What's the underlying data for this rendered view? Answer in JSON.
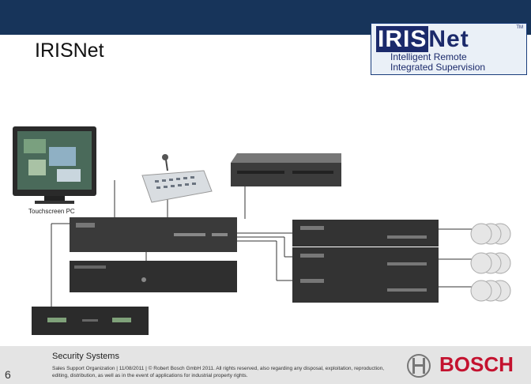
{
  "slide": {
    "title": "IRISNet",
    "page_number": "6"
  },
  "logo": {
    "brand_part1": "IRIS",
    "brand_part2": "Net",
    "tagline_line1": "Intelligent Remote",
    "tagline_line2": "Integrated Supervision",
    "trademark": "TM"
  },
  "diagram": {
    "touchscreen_label": "Touchscreen PC"
  },
  "footer": {
    "title": "Security Systems",
    "legal": "Sales Support Organization | 11/08/2011 | © Robert Bosch GmbH 2011. All rights reserved, also regarding any disposal, exploitation, reproduction, editing, distribution, as well as in the event of applications for industrial property rights.",
    "brand": "BOSCH"
  },
  "colors": {
    "topbar": "#17345a",
    "bosch_red": "#c4122f",
    "footer_bg": "#e4e4e4"
  }
}
